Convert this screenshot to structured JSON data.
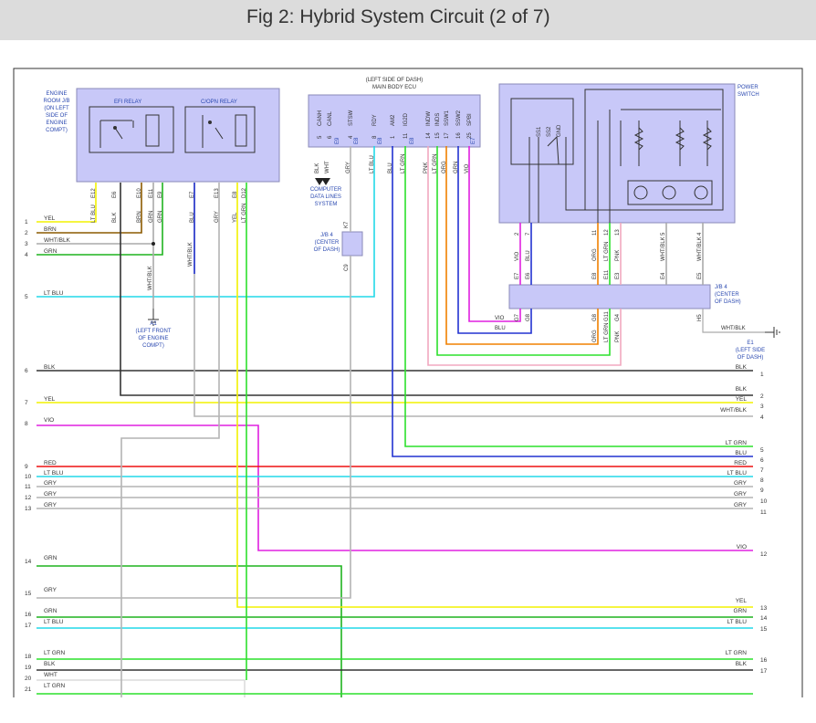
{
  "page": {
    "title": "Fig 2: Hybrid System Circuit (2 of 7)"
  },
  "colors": {
    "module_fill": "#c8c8f8",
    "module_stroke": "#8a8ab8",
    "label_blue": "#2a48b0",
    "BLK": "#333333",
    "YEL": "#f2f200",
    "BRN": "#8b5a00",
    "WHT_BLK": "#aaaaaa",
    "GRN": "#1fb41f",
    "LT_BLU": "#22d8e8",
    "GRY": "#b4b4b4",
    "LT_GRN": "#2ce02c",
    "VIO": "#e020e0",
    "BLU": "#2232d0",
    "RED": "#ee1111",
    "ORG": "#f08000",
    "PNK": "#f2a8c0",
    "WHT": "#dcdcdc"
  },
  "components": {
    "engine_room_jb": {
      "label": [
        "ENGINE",
        "ROOM J/B",
        "(ON LEFT",
        "SIDE OF",
        "ENGINE",
        "COMPT)"
      ]
    },
    "efi_relay": {
      "label": "EFI RELAY"
    },
    "copn_relay": {
      "label": "C/OPN RELAY"
    },
    "main_body_ecu": {
      "label": [
        "(LEFT SIDE OF DASH)",
        "MAIN BODY ECU"
      ]
    },
    "power_switch": {
      "label": [
        "POWER",
        "SWITCH"
      ],
      "pins": [
        "SS1",
        "SS2",
        "GND"
      ]
    },
    "jb4_k7": {
      "label": [
        "J/B 4",
        "(CENTER",
        "OF DASH)"
      ]
    },
    "jb4_right": {
      "label": [
        "J/B 4",
        "(CENTER",
        "OF DASH)"
      ]
    },
    "computer_data_lines": {
      "label": [
        "COMPUTER",
        "DATA LINES",
        "SYSTEM"
      ]
    },
    "ground_a1": {
      "label": [
        "A1",
        "(LEFT FRONT",
        "OF ENGINE",
        "COMPT)"
      ]
    },
    "ground_e1": {
      "label": [
        "E1",
        "(LEFT SIDE",
        "OF DASH)"
      ]
    }
  },
  "ecu_pins": [
    {
      "name": "CANH",
      "num": "5"
    },
    {
      "name": "CANL",
      "num": "6"
    },
    {
      "name": "STSW",
      "num": "4"
    },
    {
      "name": "RDY",
      "num": "8"
    },
    {
      "name": "AM2",
      "num": "1"
    },
    {
      "name": "IG2D",
      "num": "11"
    },
    {
      "name": "INDW",
      "num": "14"
    },
    {
      "name": "INDS",
      "num": "15"
    },
    {
      "name": "SSW1",
      "num": "17"
    },
    {
      "name": "SSW2",
      "num": "16"
    },
    {
      "name": "SPBI",
      "num": "25"
    }
  ],
  "ecu_conn_labels": [
    "E9",
    "E8",
    "E8",
    "E8",
    "E7"
  ],
  "relay_pins": [
    "E12",
    "E6",
    "E10",
    "E11",
    "E9",
    "E7",
    "E13",
    "E8",
    "D12"
  ],
  "relay_wires": [
    "LT BLU",
    "BLK",
    "BRN",
    "GRN",
    "GRN",
    "BLU",
    "GRY",
    "YEL",
    "LT GRN"
  ],
  "ecu_wires": [
    "BLK",
    "WHT",
    "GRY",
    "LT BLU",
    "BLU",
    "LT GRN",
    "PNK",
    "LT GRN",
    "ORG",
    "GRN",
    "VIO"
  ],
  "k7": {
    "top": "K7",
    "bottom": "C9"
  },
  "switch_pins": [
    {
      "num": "2",
      "wire": "VIO",
      "conn": "E7"
    },
    {
      "num": "7",
      "wire": "BLU",
      "conn": "E6"
    },
    {
      "num": "11",
      "wire": "ORG",
      "conn": "E8"
    },
    {
      "num": "12",
      "wire": "LT GRN",
      "conn": "E11"
    },
    {
      "num": "13",
      "wire": "PNK",
      "conn": "E3"
    },
    {
      "num": "5",
      "wire": "WHT/BLK",
      "conn": "E4"
    },
    {
      "num": "4",
      "wire": "WHT/BLK",
      "conn": "E5"
    }
  ],
  "jb_bottom_pins": [
    "G7",
    "G8",
    "G8",
    "G11",
    "G4",
    "H5"
  ],
  "jb_bottom_wires": [
    "ORG",
    "LT GRN",
    "PNK"
  ],
  "misc": {
    "wht_blk_e1": "WHT/BLK",
    "vio_label": "VIO",
    "blu_label": "BLU",
    "wht_blk_vert": "WHT/BLK"
  },
  "left_rows": [
    {
      "num": "1",
      "label": "YEL"
    },
    {
      "num": "2",
      "label": "BRN"
    },
    {
      "num": "3",
      "label": "WHT/BLK"
    },
    {
      "num": "4",
      "label": "GRN"
    },
    {
      "num": "5",
      "label": "LT BLU"
    },
    {
      "num": "6",
      "label": "BLK"
    },
    {
      "num": "7",
      "label": "YEL"
    },
    {
      "num": "8",
      "label": "VIO"
    },
    {
      "num": "9",
      "label": "RED"
    },
    {
      "num": "10",
      "label": "LT BLU"
    },
    {
      "num": "11",
      "label": "GRY"
    },
    {
      "num": "12",
      "label": "GRY"
    },
    {
      "num": "13",
      "label": "GRY"
    },
    {
      "num": "14",
      "label": "GRN"
    },
    {
      "num": "15",
      "label": "GRY"
    },
    {
      "num": "16",
      "label": "GRN"
    },
    {
      "num": "17",
      "label": "LT BLU"
    },
    {
      "num": "18",
      "label": "LT GRN"
    },
    {
      "num": "19",
      "label": "BLK"
    },
    {
      "num": "20",
      "label": "WHT"
    },
    {
      "num": "21",
      "label": "LT GRN"
    }
  ],
  "right_rows": [
    {
      "num": "1",
      "label": "BLK"
    },
    {
      "num": "2",
      "label": "BLK"
    },
    {
      "num": "3",
      "label": "YEL"
    },
    {
      "num": "4",
      "label": "WHT/BLK"
    },
    {
      "num": "5",
      "label": "LT GRN"
    },
    {
      "num": "6",
      "label": "BLU"
    },
    {
      "num": "7",
      "label": "RED"
    },
    {
      "num": "8",
      "label": "LT BLU"
    },
    {
      "num": "9",
      "label": "GRY"
    },
    {
      "num": "10",
      "label": "GRY"
    },
    {
      "num": "11",
      "label": "GRY"
    },
    {
      "num": "12",
      "label": "VIO"
    },
    {
      "num": "13",
      "label": "YEL"
    },
    {
      "num": "14",
      "label": "GRN"
    },
    {
      "num": "15",
      "label": "LT BLU"
    },
    {
      "num": "16",
      "label": "LT GRN"
    },
    {
      "num": "17",
      "label": "BLK"
    }
  ]
}
